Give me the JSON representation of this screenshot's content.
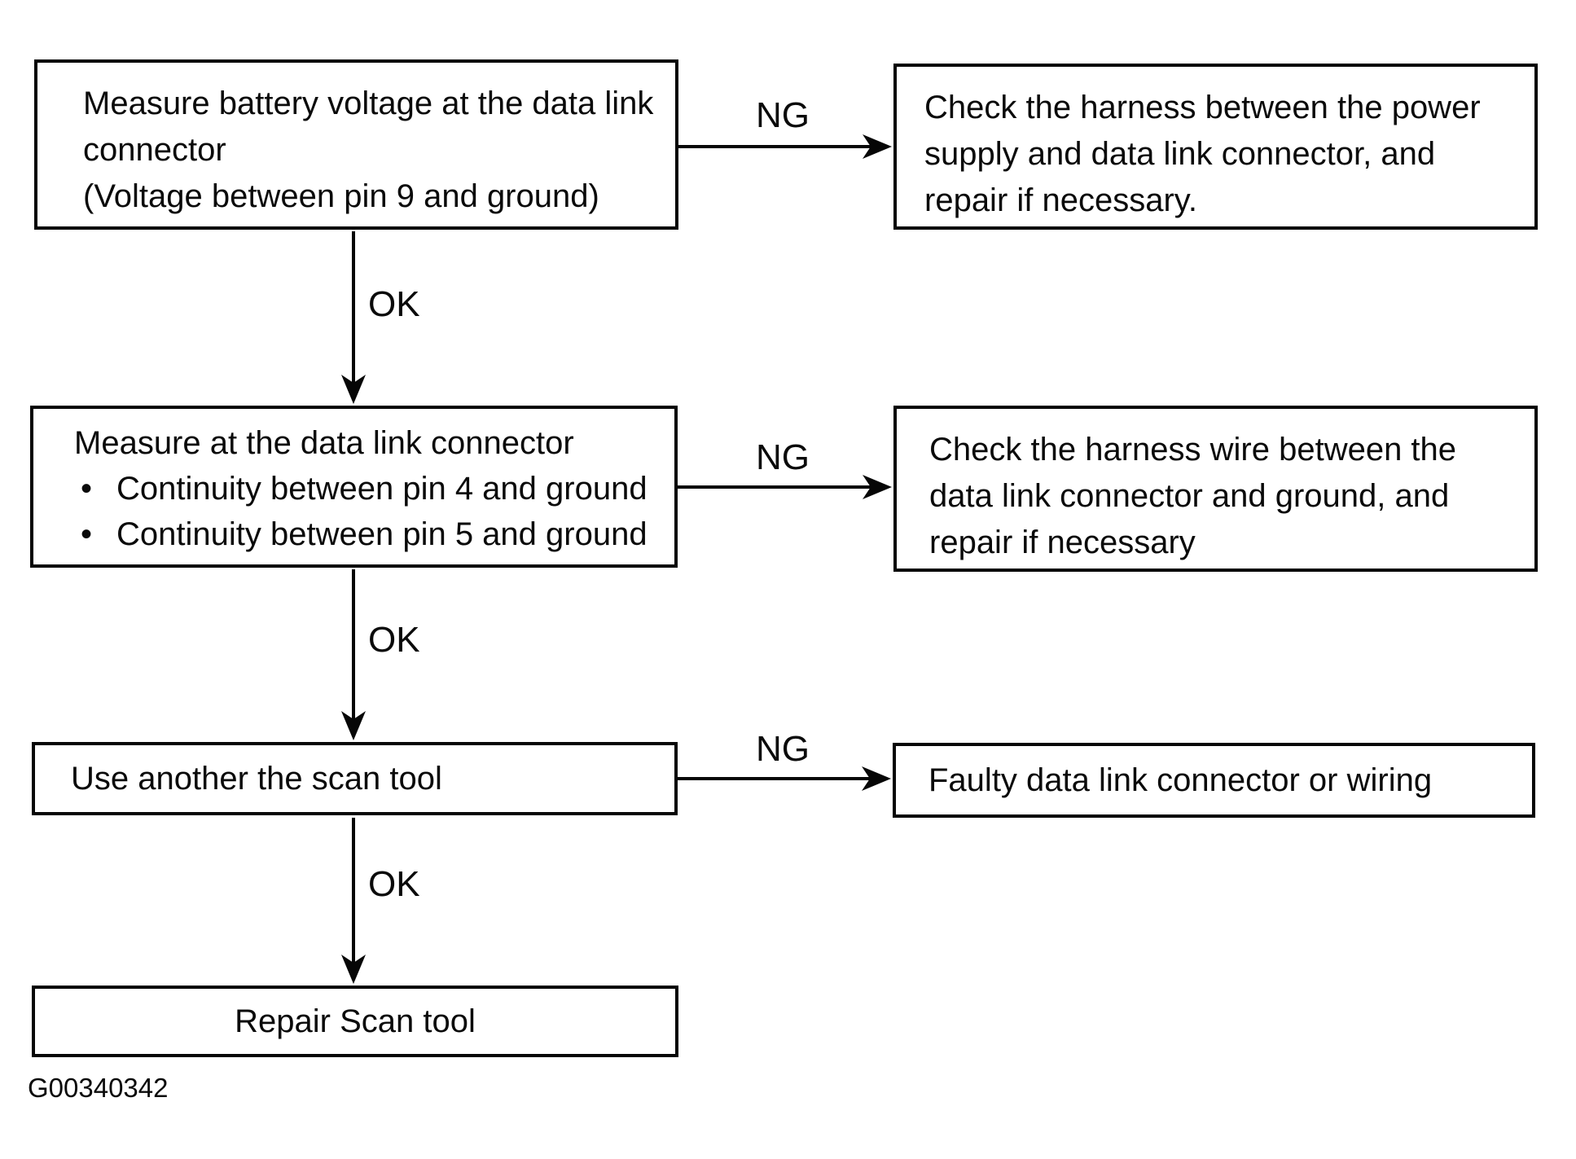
{
  "figure": {
    "code": "G00340342"
  },
  "labels": {
    "ng": "NG",
    "ok": "OK",
    "bullet": "•"
  },
  "nodes": {
    "measure_voltage": {
      "lines": [
        "Measure battery voltage at the data link",
        "connector",
        "(Voltage between pin 9 and ground)"
      ]
    },
    "check_harness_power": {
      "lines": [
        "Check the harness between the power",
        "supply and data link connector, and",
        "repair if necessary."
      ]
    },
    "measure_continuity": {
      "title": "Measure at the data link connector",
      "bullets": [
        "Continuity between pin 4 and ground",
        "Continuity between pin 5 and ground"
      ]
    },
    "check_harness_ground": {
      "lines": [
        "Check the harness wire between the",
        "data link connector and ground, and",
        "repair if necessary"
      ]
    },
    "use_another_scan_tool": {
      "text": "Use another the scan tool"
    },
    "faulty_connector": {
      "text": "Faulty data link connector or wiring"
    },
    "repair_scan_tool": {
      "text": "Repair Scan tool"
    }
  }
}
